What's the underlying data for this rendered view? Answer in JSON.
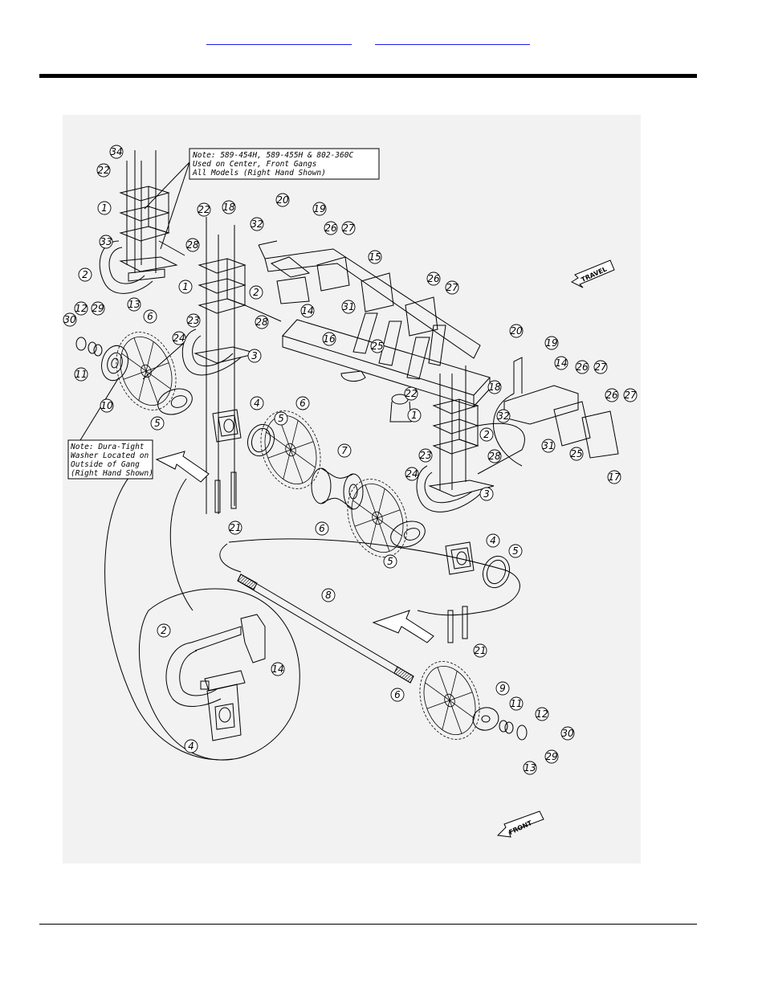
{
  "header": {
    "links": [
      "",
      ""
    ]
  },
  "notes": {
    "center_front_gangs": [
      "Note: 589-454H, 589-455H & 802-360C",
      "Used on Center, Front Gangs",
      "All Models (Right Hand Shown)"
    ],
    "dura_tight": [
      "Note: Dura-Tight",
      "Washer Located on",
      "Outside of Gang",
      "(Right Hand Shown)"
    ]
  },
  "direction_labels": {
    "travel": "TRAVEL",
    "front": "FRONT"
  },
  "callouts": {
    "c34": "34",
    "c22a": "22",
    "c1a": "1",
    "c33": "33",
    "c2a": "2",
    "c28a": "28",
    "c30a": "30",
    "c12a": "12",
    "c29a": "29",
    "c13a": "13",
    "c11a": "11",
    "c10": "10",
    "c6a": "6",
    "c24a": "24",
    "c23a": "23",
    "c5a": "5",
    "c22b": "22",
    "c18a": "18",
    "c1b": "1",
    "c2b": "2",
    "c28b": "28",
    "c3a": "3",
    "c20a": "20",
    "c19a": "19",
    "c32a": "32",
    "c26a": "26",
    "c27a": "27",
    "c15": "15",
    "c14a": "14",
    "c31a": "31",
    "c16": "16",
    "c25a": "25",
    "c26b": "26",
    "c27b": "27",
    "c4a": "4",
    "c6b": "6",
    "c5b": "5",
    "c21a": "21",
    "c7": "7",
    "c22c": "22",
    "c1c": "1",
    "c18b": "18",
    "c20b": "20",
    "c19b": "19",
    "c14b": "14",
    "c26c": "26",
    "c27c": "27",
    "c26d": "26",
    "c27d": "27",
    "c32b": "32",
    "c31b": "31",
    "c25b": "25",
    "c17": "17",
    "c2c": "2",
    "c28c": "28",
    "c23b": "23",
    "c24b": "24",
    "c3b": "3",
    "c6c": "6",
    "c5c": "5",
    "c4b": "4",
    "c5d": "5",
    "c8": "8",
    "c21b": "21",
    "c2d": "2",
    "c14c": "14",
    "c4c": "4",
    "c6d": "6",
    "c9": "9",
    "c11b": "11",
    "c12b": "12",
    "c30b": "30",
    "c29b": "29",
    "c13b": "13"
  }
}
